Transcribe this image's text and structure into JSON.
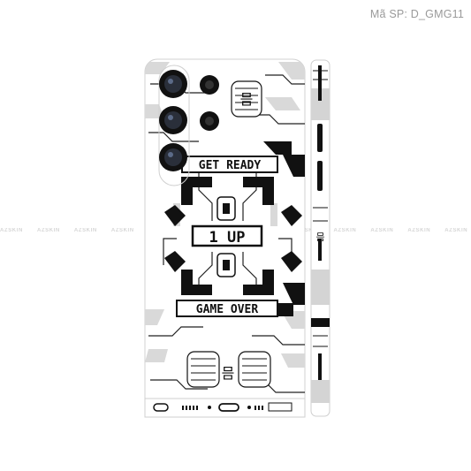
{
  "product_code": "Mã SP: D_GMG11",
  "watermark_text": "AZSKIN",
  "watermark_repeat": 14,
  "skin": {
    "top_banner": "GET READY",
    "center_badge": "1 UP",
    "bottom_banner": "GAME OVER",
    "icon_glyph": "믐"
  },
  "colors": {
    "ink": "#111111",
    "panel": "#ffffff",
    "shade": "#cfcfcf",
    "light": "#e6e6e6"
  }
}
